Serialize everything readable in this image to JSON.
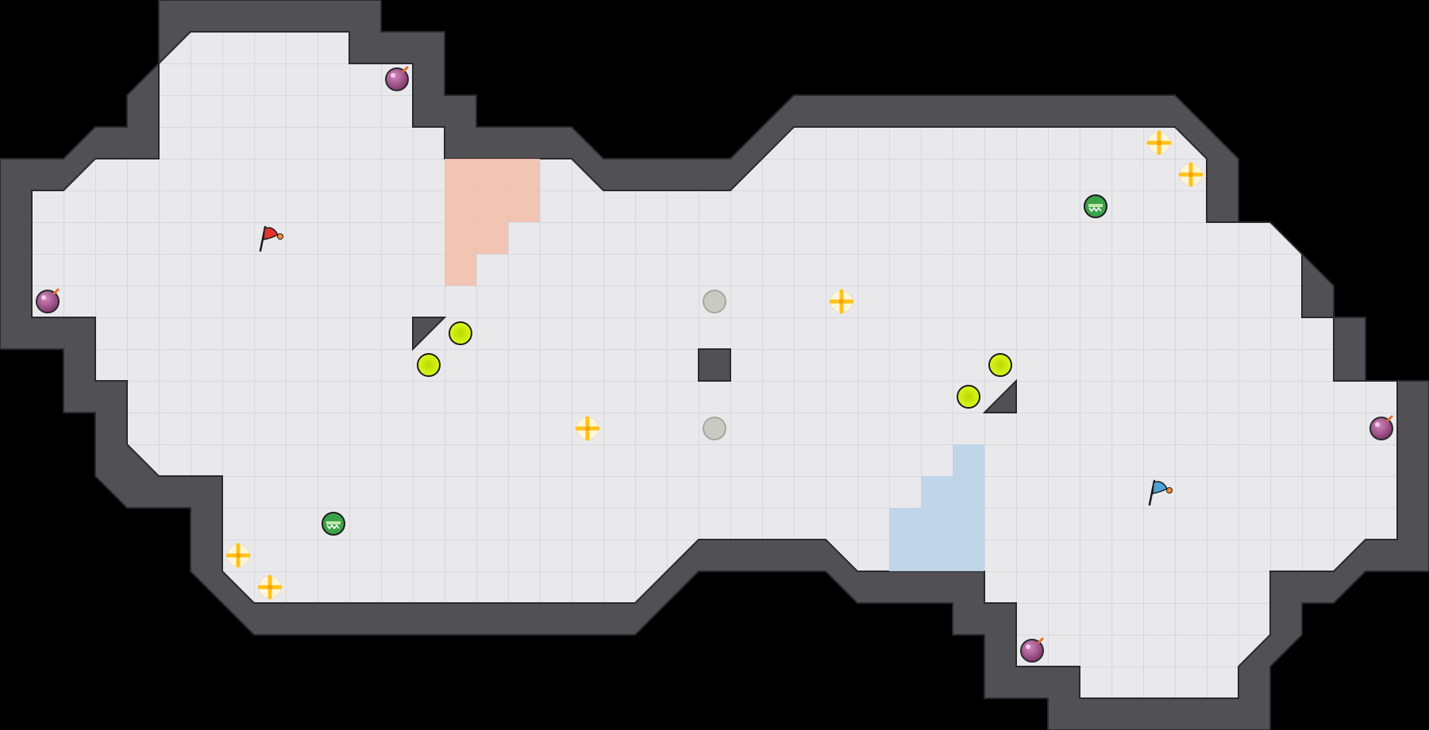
{
  "game": {
    "title": "",
    "colors": {
      "background": "#000000",
      "wall": "#505055",
      "wall_stroke": "#2f2f33",
      "floor": "#e9e9ec",
      "grid": "#d3d3d8",
      "red_base": "#f2c0ae",
      "blue_base": "#bcd3e8",
      "boost": "#ffc21a",
      "bomb": "#8b3b73",
      "powerup": "#3ca24a",
      "toggle": "#d2f000",
      "inactive_toggle": "#c9cac2",
      "red_flag": "#e0342c",
      "blue_flag": "#4da2d6"
    },
    "items": [
      {
        "type": "bomb",
        "col": 12,
        "row": 2
      },
      {
        "type": "bomb",
        "col": 1,
        "row": 9
      },
      {
        "type": "bomb",
        "col": 43,
        "row": 13
      },
      {
        "type": "bomb",
        "col": 32,
        "row": 20
      },
      {
        "type": "flag",
        "team": "red",
        "col": 8,
        "row": 7
      },
      {
        "type": "flag",
        "team": "blue",
        "col": 36,
        "row": 15
      },
      {
        "type": "boost",
        "col": 36,
        "row": 4
      },
      {
        "type": "boost",
        "col": 37,
        "row": 5
      },
      {
        "type": "boost",
        "col": 26,
        "row": 9
      },
      {
        "type": "boost",
        "col": 18,
        "row": 13
      },
      {
        "type": "boost",
        "col": 7,
        "row": 17
      },
      {
        "type": "boost",
        "col": 8,
        "row": 18
      },
      {
        "type": "powerup",
        "col": 34,
        "row": 6
      },
      {
        "type": "powerup",
        "col": 10,
        "row": 16
      },
      {
        "type": "toggle",
        "col": 14,
        "row": 10
      },
      {
        "type": "toggle",
        "col": 13,
        "row": 11
      },
      {
        "type": "toggle",
        "col": 31,
        "row": 11
      },
      {
        "type": "toggle",
        "col": 30,
        "row": 12
      },
      {
        "type": "inactive_toggle",
        "col": 22,
        "row": 9
      },
      {
        "type": "inactive_toggle",
        "col": 22,
        "row": 13
      }
    ]
  }
}
